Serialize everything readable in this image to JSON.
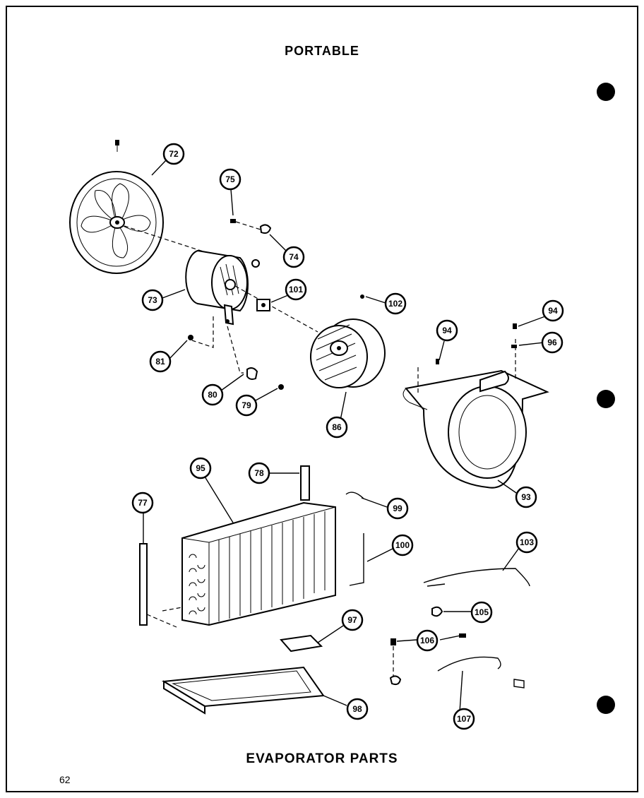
{
  "title": "PORTABLE",
  "subtitle": "EVAPORATOR PARTS",
  "page_number": "62",
  "callouts": [
    {
      "id": "72"
    },
    {
      "id": "75"
    },
    {
      "id": "74"
    },
    {
      "id": "73"
    },
    {
      "id": "101"
    },
    {
      "id": "102"
    },
    {
      "id": "81"
    },
    {
      "id": "80"
    },
    {
      "id": "79"
    },
    {
      "id": "86"
    },
    {
      "id": "94"
    },
    {
      "id": "94"
    },
    {
      "id": "96"
    },
    {
      "id": "93"
    },
    {
      "id": "95"
    },
    {
      "id": "78"
    },
    {
      "id": "99"
    },
    {
      "id": "77"
    },
    {
      "id": "100"
    },
    {
      "id": "103"
    },
    {
      "id": "105"
    },
    {
      "id": "97"
    },
    {
      "id": "106"
    },
    {
      "id": "98"
    },
    {
      "id": "107"
    }
  ]
}
